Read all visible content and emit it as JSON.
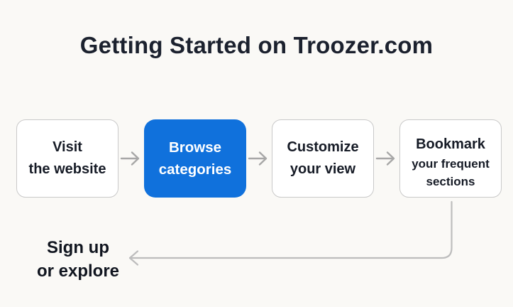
{
  "title": "Getting Started on Troozer.com",
  "flow": {
    "steps": [
      {
        "line1": "Visit",
        "line2": "the website",
        "highlighted": false
      },
      {
        "line1": "Browse",
        "line2": "categories",
        "highlighted": true
      },
      {
        "line1": "Customize",
        "line2": "your view",
        "highlighted": false
      },
      {
        "line1": "Bookmark",
        "line2": "your frequent",
        "line3": "sections",
        "highlighted": false
      }
    ],
    "end_label": {
      "line1": "Sign up",
      "line2": "or explore"
    }
  },
  "icons": {
    "step_arrow": "right-arrow-icon",
    "return_arrow": "curved-left-arrow-icon"
  },
  "colors": {
    "background": "#faf9f6",
    "accent_blue": "#1071dc",
    "box_border": "#c9c9c9",
    "step_arrow_gray": "#a7a7a7",
    "connector_gray": "#bdbdbd",
    "text_dark": "#161b26",
    "text_on_accent": "#ffffff"
  }
}
